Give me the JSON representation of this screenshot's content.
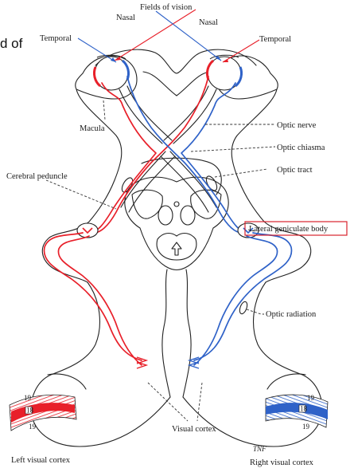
{
  "page_fragment": "d of",
  "labels": {
    "fields_of_vision": "Fields of vision",
    "nasal_left": "Nasal",
    "nasal_right": "Nasal",
    "temporal_left": "Temporal",
    "temporal_right": "Temporal",
    "macula": "Macula",
    "optic_nerve": "Optic nerve",
    "optic_chiasma": "Optic chiasma",
    "optic_tract": "Optic tract",
    "cerebral_peduncle": "Cerebral peduncle",
    "lateral_geniculate_body": "Lateral geniculate body",
    "optic_radiation": "Optic radiation",
    "visual_cortex": "Visual cortex",
    "left_visual_cortex": "Left visual cortex",
    "right_visual_cortex": "Right visual cortex",
    "left_cortex_mark_top": "19",
    "left_cortex_mark_mid": "18",
    "left_cortex_mark_bottom": "19",
    "right_cortex_mark_top": "19",
    "right_cortex_mark_mid": "18",
    "right_cortex_mark_bottom": "19",
    "signature": "TNF"
  },
  "colors": {
    "left_pathway": "#e8202a",
    "right_pathway": "#2f62c8",
    "highlight_box": "#d9232d",
    "outline": "#222222"
  }
}
